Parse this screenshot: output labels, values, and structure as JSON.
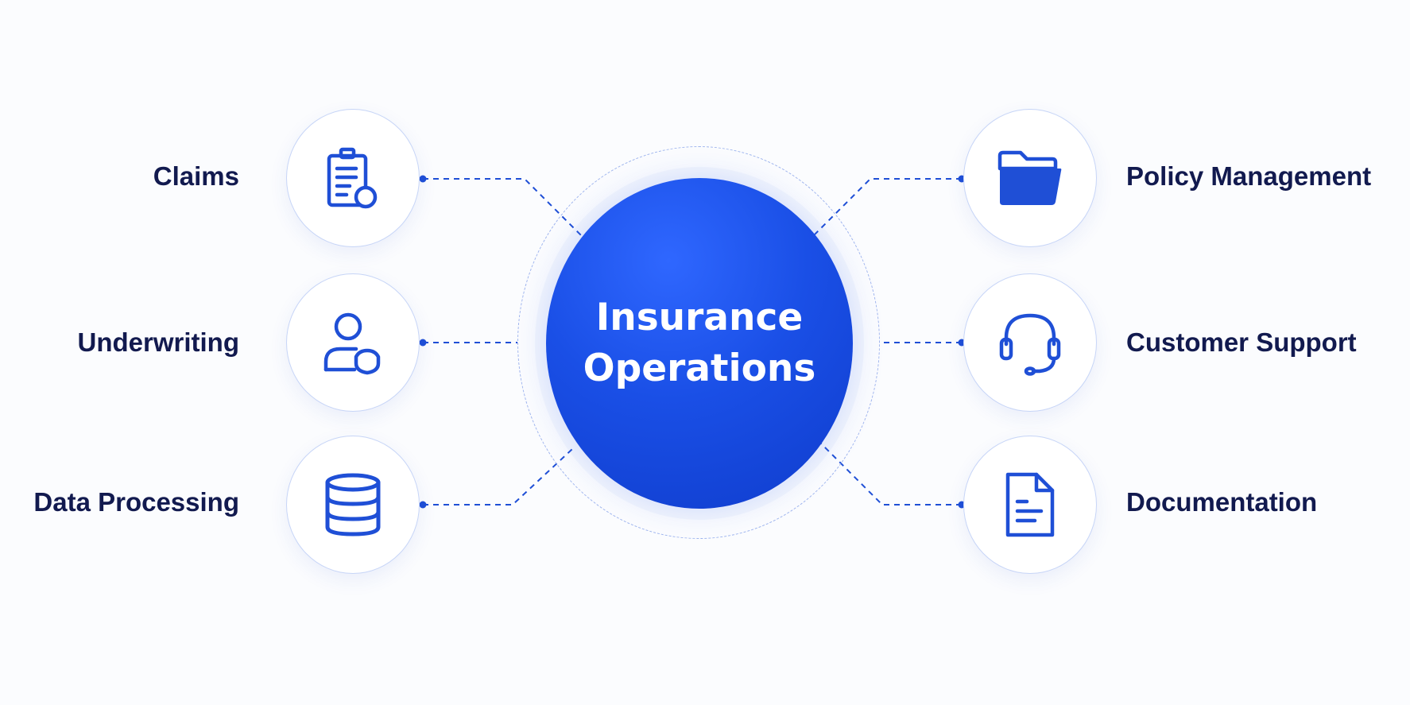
{
  "hub": {
    "line1": "Insurance",
    "line2": "Operations"
  },
  "nodes": [
    {
      "label": "Claims",
      "icon": "clipboard-icon"
    },
    {
      "label": "Underwriting",
      "icon": "user-shield-icon"
    },
    {
      "label": "Data Processing",
      "icon": "database-icon"
    },
    {
      "label": "Policy Management",
      "icon": "folder-icon"
    },
    {
      "label": "Customer Support",
      "icon": "headset-icon"
    },
    {
      "label": "Documentation",
      "icon": "document-icon"
    }
  ],
  "colors": {
    "accent": "#1a4fe6",
    "label_text": "#121a4f",
    "node_border": "#c7d5f7",
    "background": "#fbfcfe"
  }
}
